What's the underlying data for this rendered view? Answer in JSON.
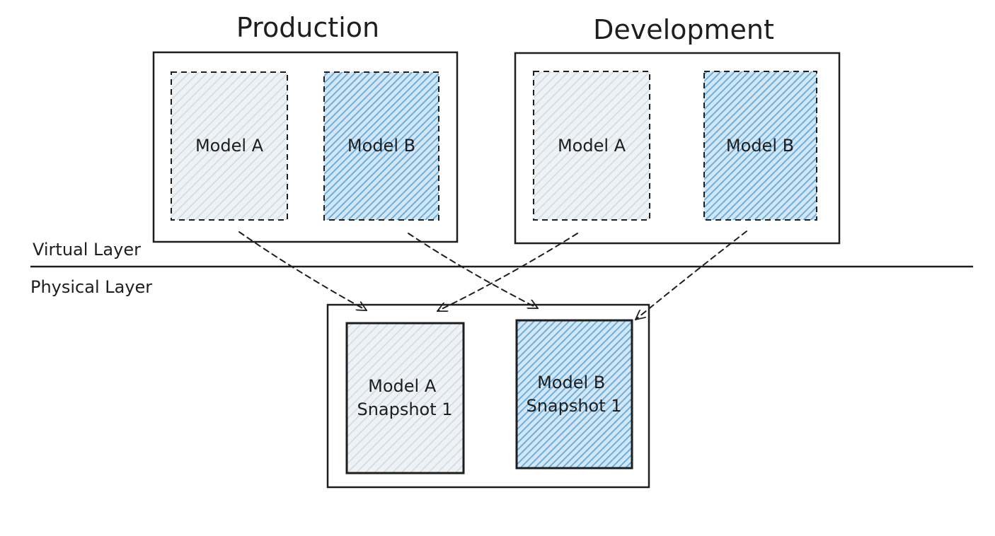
{
  "environments": {
    "production": {
      "title": "Production",
      "model_a": "Model A",
      "model_b": "Model B"
    },
    "development": {
      "title": "Development",
      "model_a": "Model A",
      "model_b": "Model B"
    }
  },
  "layers": {
    "virtual": "Virtual Layer",
    "physical": "Physical Layer"
  },
  "physical": {
    "snapshot_a": [
      "Model A",
      "Snapshot 1"
    ],
    "snapshot_b": [
      "Model B",
      "Snapshot 1"
    ]
  },
  "colors": {
    "ink": "#1e1e1e",
    "model_a_fill": "#dde5ec",
    "model_b_fill": "#6fb0e0"
  }
}
